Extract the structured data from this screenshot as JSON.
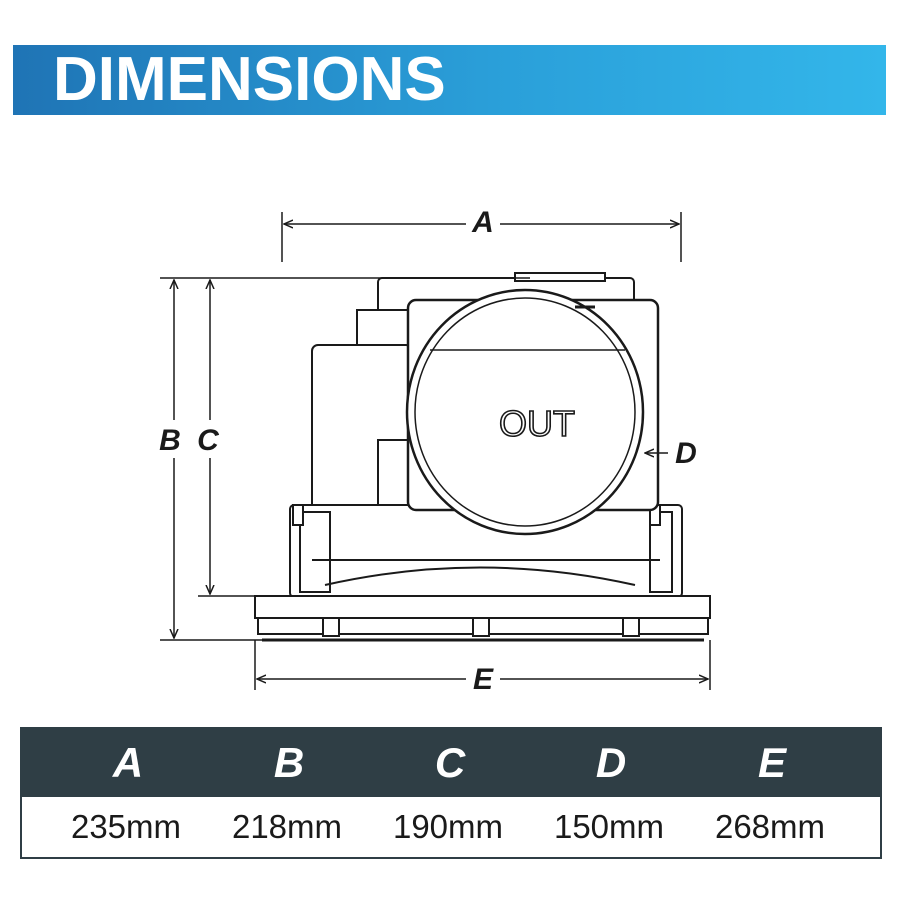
{
  "header": {
    "title": "DIMENSIONS"
  },
  "drawing": {
    "out_label": "OUT",
    "labels": {
      "a": "A",
      "b": "B",
      "c": "C",
      "d": "D",
      "e": "E"
    }
  },
  "table": {
    "headers": [
      "A",
      "B",
      "C",
      "D",
      "E"
    ],
    "values": [
      "235mm",
      "218mm",
      "190mm",
      "150mm",
      "268mm"
    ]
  },
  "colors": {
    "banner_start": "#1f74b5",
    "banner_end": "#33b6ea",
    "table_header": "#2f3e45"
  }
}
